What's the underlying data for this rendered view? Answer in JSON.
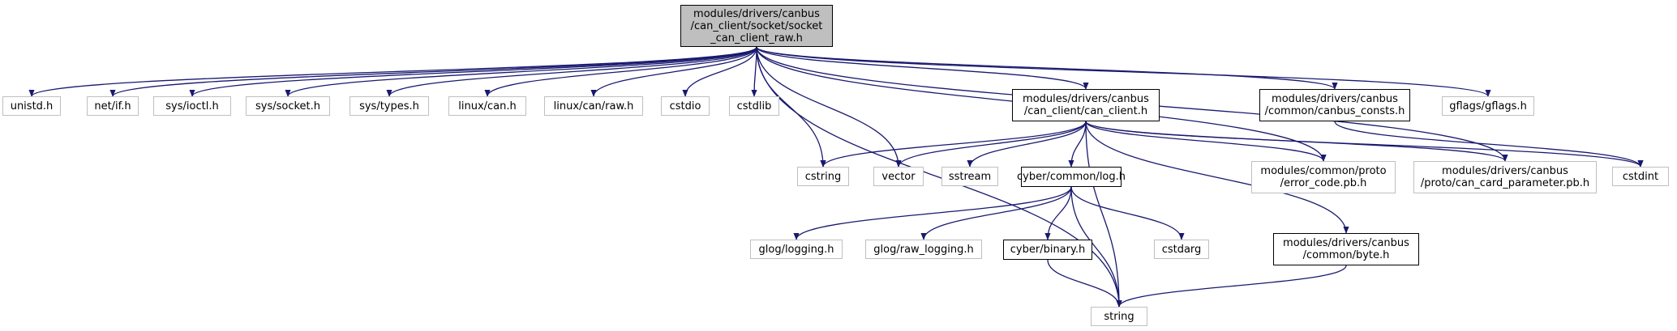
{
  "graph": {
    "edge_color": "#191970",
    "root": {
      "id": "root",
      "label": "modules/drivers/canbus\n/can_client/socket/socket\n_can_client_raw.h"
    },
    "nodes": [
      {
        "id": "unistd",
        "label": "unistd.h",
        "kind": "ext"
      },
      {
        "id": "netif",
        "label": "net/if.h",
        "kind": "ext"
      },
      {
        "id": "ioctl",
        "label": "sys/ioctl.h",
        "kind": "ext"
      },
      {
        "id": "socket",
        "label": "sys/socket.h",
        "kind": "ext"
      },
      {
        "id": "types",
        "label": "sys/types.h",
        "kind": "ext"
      },
      {
        "id": "lcan",
        "label": "linux/can.h",
        "kind": "ext"
      },
      {
        "id": "lraw",
        "label": "linux/can/raw.h",
        "kind": "ext"
      },
      {
        "id": "cstdio",
        "label": "cstdio",
        "kind": "ext"
      },
      {
        "id": "cstdlib",
        "label": "cstdlib",
        "kind": "ext"
      },
      {
        "id": "canclient",
        "label": "modules/drivers/canbus\n/can_client/can_client.h",
        "kind": "doc"
      },
      {
        "id": "consts",
        "label": "modules/drivers/canbus\n/common/canbus_consts.h",
        "kind": "doc"
      },
      {
        "id": "gflags",
        "label": "gflags/gflags.h",
        "kind": "ext"
      },
      {
        "id": "cstring",
        "label": "cstring",
        "kind": "ext"
      },
      {
        "id": "vector",
        "label": "vector",
        "kind": "ext"
      },
      {
        "id": "sstream",
        "label": "sstream",
        "kind": "ext"
      },
      {
        "id": "log",
        "label": "cyber/common/log.h",
        "kind": "doc"
      },
      {
        "id": "errcode",
        "label": "modules/common/proto\n/error_code.pb.h",
        "kind": "ext"
      },
      {
        "id": "cardparam",
        "label": "modules/drivers/canbus\n/proto/can_card_parameter.pb.h",
        "kind": "ext"
      },
      {
        "id": "cstdint",
        "label": "cstdint",
        "kind": "ext"
      },
      {
        "id": "glog",
        "label": "glog/logging.h",
        "kind": "ext"
      },
      {
        "id": "glograw",
        "label": "glog/raw_logging.h",
        "kind": "ext"
      },
      {
        "id": "binary",
        "label": "cyber/binary.h",
        "kind": "doc"
      },
      {
        "id": "cstdarg",
        "label": "cstdarg",
        "kind": "ext"
      },
      {
        "id": "byte",
        "label": "modules/drivers/canbus\n/common/byte.h",
        "kind": "doc"
      },
      {
        "id": "string",
        "label": "string",
        "kind": "ext"
      }
    ],
    "edges": [
      [
        "root",
        "unistd"
      ],
      [
        "root",
        "netif"
      ],
      [
        "root",
        "ioctl"
      ],
      [
        "root",
        "socket"
      ],
      [
        "root",
        "types"
      ],
      [
        "root",
        "lcan"
      ],
      [
        "root",
        "lraw"
      ],
      [
        "root",
        "cstdio"
      ],
      [
        "root",
        "cstdlib"
      ],
      [
        "root",
        "canclient"
      ],
      [
        "root",
        "consts"
      ],
      [
        "root",
        "gflags"
      ],
      [
        "root",
        "cstring"
      ],
      [
        "root",
        "vector"
      ],
      [
        "root",
        "string"
      ],
      [
        "root",
        "errcode"
      ],
      [
        "root",
        "cardparam"
      ],
      [
        "canclient",
        "cstring"
      ],
      [
        "canclient",
        "vector"
      ],
      [
        "canclient",
        "sstream"
      ],
      [
        "canclient",
        "log"
      ],
      [
        "canclient",
        "errcode"
      ],
      [
        "canclient",
        "cardparam"
      ],
      [
        "canclient",
        "cstdint"
      ],
      [
        "canclient",
        "byte"
      ],
      [
        "canclient",
        "string"
      ],
      [
        "consts",
        "cstdint"
      ],
      [
        "log",
        "glog"
      ],
      [
        "log",
        "glograw"
      ],
      [
        "log",
        "binary"
      ],
      [
        "log",
        "cstdarg"
      ],
      [
        "log",
        "string"
      ],
      [
        "binary",
        "string"
      ],
      [
        "byte",
        "string"
      ]
    ]
  }
}
